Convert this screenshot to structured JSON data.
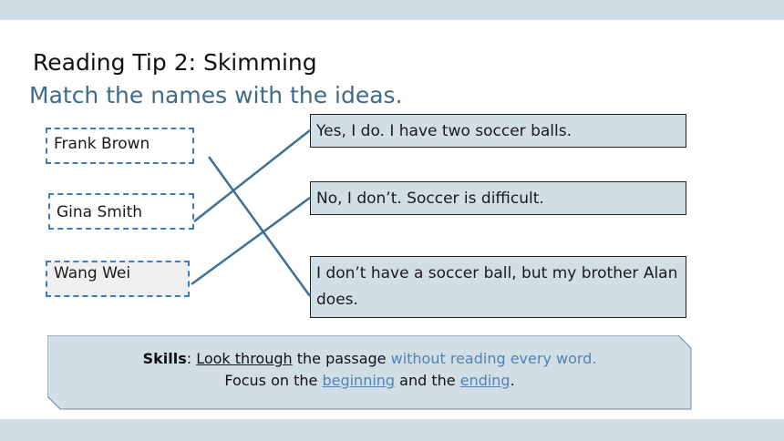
{
  "slide": {
    "title": "Reading Tip 2: Skimming",
    "subtitle": "Match the names with the ideas."
  },
  "names": [
    "Frank Brown",
    "Gina Smith",
    "Wang Wei"
  ],
  "ideas": [
    "Yes, I do. I have two soccer balls.",
    "No, I don’t. Soccer is difficult.",
    "I don’t have a soccer ball, but my brother Alan does."
  ],
  "matches": [
    {
      "name": "Frank Brown",
      "idea": "I don’t have a soccer ball, but my brother Alan does."
    },
    {
      "name": "Gina Smith",
      "idea": "Yes, I do. I have two soccer balls."
    },
    {
      "name": "Wang Wei",
      "idea": "No, I don’t. Soccer is difficult."
    }
  ],
  "skills": {
    "label": "Skills",
    "colon": ": ",
    "look_through": "Look through",
    "the_passage": " the passage ",
    "without_reading": "without reading every word.",
    "focus_prefix": "Focus on the ",
    "beginning": "beginning",
    "and_the": " and the ",
    "ending": "ending",
    "period": "."
  },
  "colors": {
    "band": "#d2dee6",
    "accent": "#4f83b3",
    "subtitle": "#3f6b8a",
    "dashed_border": "#3c7bc2",
    "match_line": "#3f6f94"
  }
}
